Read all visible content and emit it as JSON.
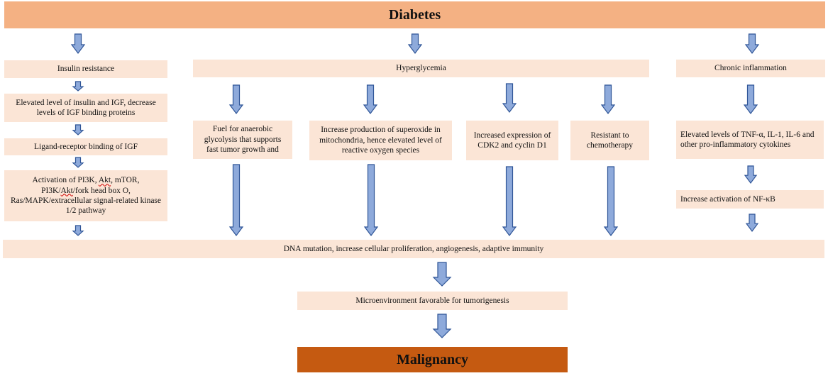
{
  "title": "Diabetes",
  "branches": {
    "insulin_resistance": {
      "label": "Insulin resistance",
      "steps": [
        "Elevated level of insulin and IGF, decrease levels of IGF binding proteins",
        "Ligand-receptor binding of IGF",
        "Activation of PI3K, Akt, mTOR, PI3K/Akt/fork head box O, Ras/MAPK/extracellular signal-related kinase 1/2 pathway"
      ]
    },
    "hyperglycemia": {
      "label": "Hyperglycemia",
      "effects": [
        "Fuel for anaerobic glycolysis that supports fast tumor growth  and",
        "Increase production of superoxide in mitochondria, hence elevated level of reactive oxygen species",
        "Increased expression of CDK2 and cyclin D1",
        "Resistant to chemotherapy"
      ]
    },
    "chronic_inflammation": {
      "label": "Chronic inflammation",
      "steps": [
        "Elevated levels of TNF-α, IL-1, IL-6 and other pro-inflammatory cytokines",
        "Increase activation of NF-κB"
      ]
    }
  },
  "convergence": "DNA mutation, increase cellular proliferation, angiogenesis, adaptive immunity",
  "microenvironment": "Microenvironment favorable for tumorigenesis",
  "outcome": "Malignancy",
  "colors": {
    "header": "#f4b183",
    "box": "#fbe5d6",
    "outcome": "#c55a11",
    "arrow_fill": "#8eaadb",
    "arrow_stroke": "#2f5597"
  }
}
